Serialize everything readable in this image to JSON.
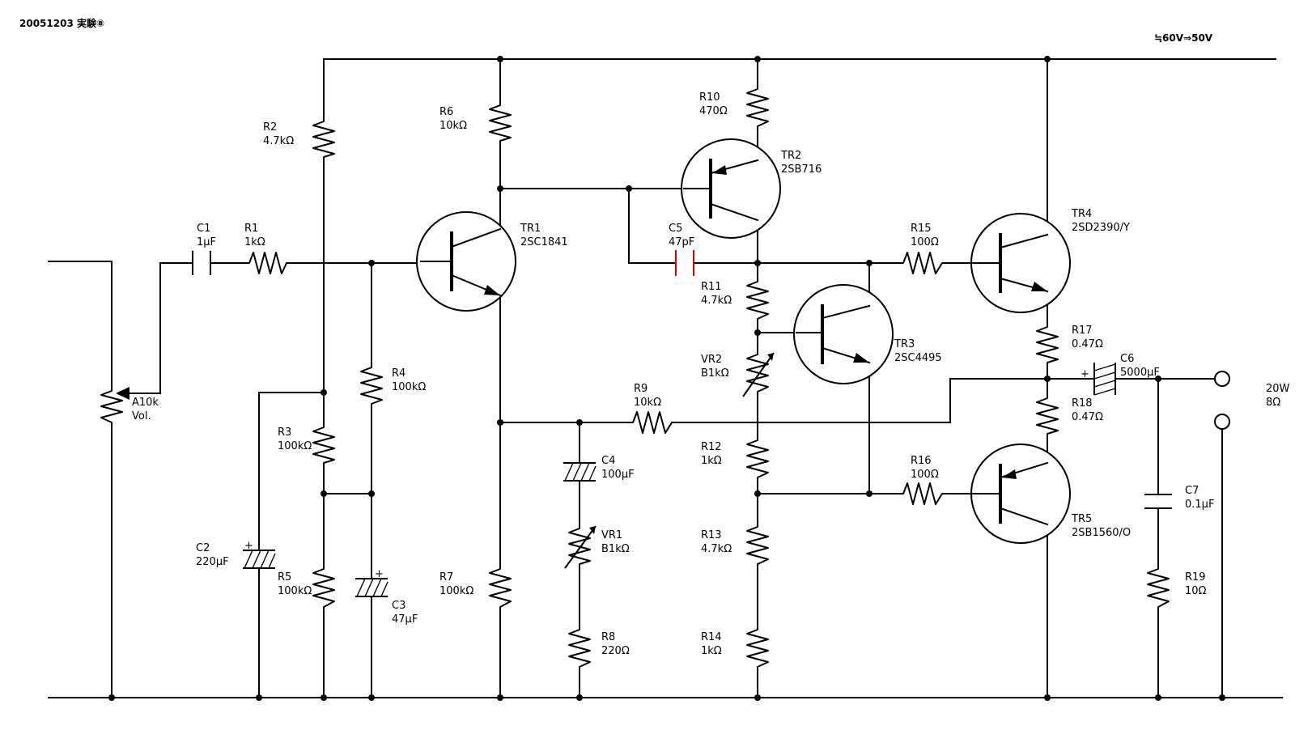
{
  "header": {
    "stamp": "20051203 実験⑧",
    "supply": "≒60V⇒50V"
  },
  "components": {
    "C1": {
      "ref": "C1",
      "value": "1μF"
    },
    "R1": {
      "ref": "R1",
      "value": "1kΩ"
    },
    "VOL": {
      "ref": "A10k",
      "value": "Vol."
    },
    "R2": {
      "ref": "R2",
      "value": "4.7kΩ"
    },
    "R3": {
      "ref": "R3",
      "value": "100kΩ"
    },
    "R4": {
      "ref": "R4",
      "value": "100kΩ"
    },
    "R5": {
      "ref": "R5",
      "value": "100kΩ"
    },
    "C2": {
      "ref": "C2",
      "value": "220μF"
    },
    "C3": {
      "ref": "C3",
      "value": "47μF"
    },
    "R6": {
      "ref": "R6",
      "value": "10kΩ"
    },
    "R7": {
      "ref": "R7",
      "value": "100kΩ"
    },
    "TR1": {
      "ref": "TR1",
      "value": "2SC1841"
    },
    "R9": {
      "ref": "R9",
      "value": "10kΩ"
    },
    "C4": {
      "ref": "C4",
      "value": "100μF"
    },
    "VR1": {
      "ref": "VR1",
      "value": "B1kΩ"
    },
    "R8": {
      "ref": "R8",
      "value": "220Ω"
    },
    "R10": {
      "ref": "R10",
      "value": "470Ω"
    },
    "TR2": {
      "ref": "TR2",
      "value": "2SB716"
    },
    "C5": {
      "ref": "C5",
      "value": "47pF"
    },
    "R11": {
      "ref": "R11",
      "value": "4.7kΩ"
    },
    "VR2": {
      "ref": "VR2",
      "value": "B1kΩ"
    },
    "R12": {
      "ref": "R12",
      "value": "1kΩ"
    },
    "R13": {
      "ref": "R13",
      "value": "4.7kΩ"
    },
    "R14": {
      "ref": "R14",
      "value": "1kΩ"
    },
    "TR3": {
      "ref": "TR3",
      "value": "2SC4495"
    },
    "R15": {
      "ref": "R15",
      "value": "100Ω"
    },
    "R16": {
      "ref": "R16",
      "value": "100Ω"
    },
    "TR4": {
      "ref": "TR4",
      "value": "2SD2390/Y"
    },
    "TR5": {
      "ref": "TR5",
      "value": "2SB1560/O"
    },
    "R17": {
      "ref": "R17",
      "value": "0.47Ω"
    },
    "R18": {
      "ref": "R18",
      "value": "0.47Ω"
    },
    "C6": {
      "ref": "C6",
      "value": "5000μF"
    },
    "C7": {
      "ref": "C7",
      "value": "0.1μF"
    },
    "R19": {
      "ref": "R19",
      "value": "10Ω"
    }
  },
  "output": {
    "power": "20W",
    "load": "8Ω"
  },
  "polarity_mark": "+",
  "colors": {
    "line": "#000000",
    "highlight": "#e00000",
    "background": "#ffffff"
  }
}
